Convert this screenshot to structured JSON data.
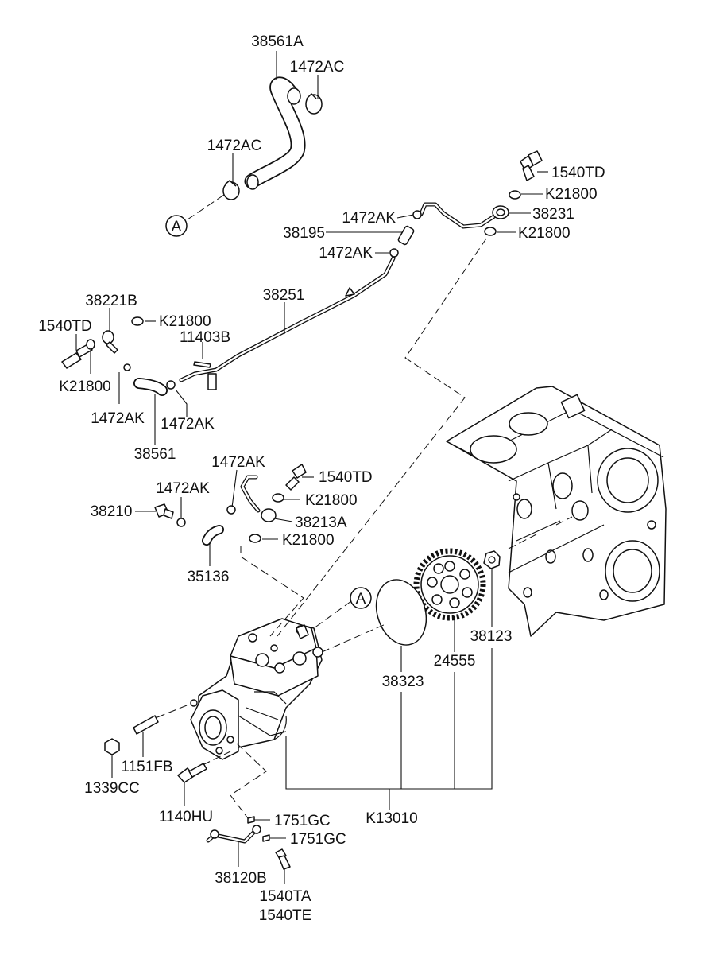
{
  "labels": {
    "l_38561A": "38561A",
    "l_1472AC_a": "1472AC",
    "l_1472AC_b": "1472AC",
    "l_1540TD_a": "1540TD",
    "l_K21800_a": "K21800",
    "l_1472AK_a": "1472AK",
    "l_38231": "38231",
    "l_38195": "38195",
    "l_K21800_b": "K21800",
    "l_1472AK_b": "1472AK",
    "l_38221B": "38221B",
    "l_38251": "38251",
    "l_1540TD_b": "1540TD",
    "l_K21800_c": "K21800",
    "l_11403B": "11403B",
    "l_K21800_d": "K21800",
    "l_1472AK_c": "1472AK",
    "l_1472AK_d": "1472AK",
    "l_38561": "38561",
    "l_1472AK_e": "1472AK",
    "l_1540TD_c": "1540TD",
    "l_1472AK_f": "1472AK",
    "l_K21800_e": "K21800",
    "l_38210": "38210",
    "l_38213A": "38213A",
    "l_K21800_f": "K21800",
    "l_35136": "35136",
    "l_38123": "38123",
    "l_24555": "24555",
    "l_38323": "38323",
    "l_1151FB": "1151FB",
    "l_1339CC": "1339CC",
    "l_1140HU": "1140HU",
    "l_K13010": "K13010",
    "l_1751GC_a": "1751GC",
    "l_1751GC_b": "1751GC",
    "l_38120B": "38120B",
    "l_1540TA": "1540TA",
    "l_1540TE": "1540TE"
  },
  "callouts": {
    "a_top": "A",
    "a_mid": "A"
  }
}
